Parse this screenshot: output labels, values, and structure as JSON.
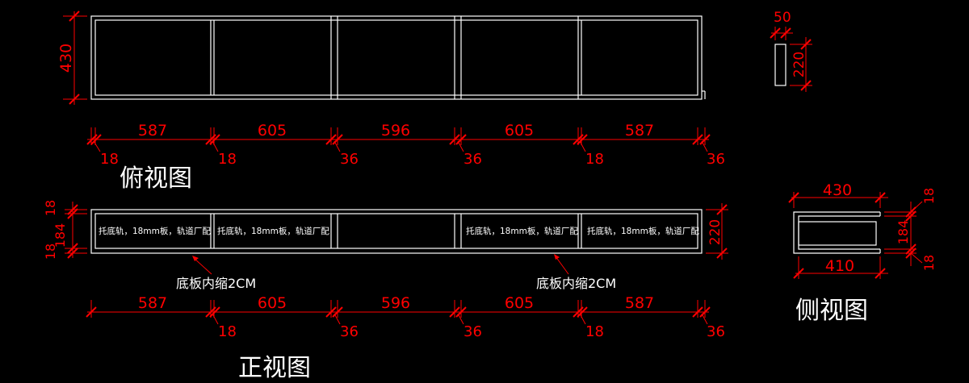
{
  "titles": {
    "top_view": "俯视图",
    "front_view": "正视图",
    "side_view": "侧视图"
  },
  "dimensions": {
    "compartment_widths": [
      "587",
      "605",
      "596",
      "605",
      "587"
    ],
    "top_gaps": [
      "18",
      "18",
      "36",
      "36",
      "18",
      "36"
    ],
    "front_gaps": [
      "18",
      "36",
      "36",
      "18",
      "36"
    ],
    "depth": "430",
    "small_w": "50",
    "height": "220",
    "board": "18",
    "inner_h": "184",
    "side_top": "430",
    "side_bottom": "410",
    "side_right_top": "18",
    "side_right_mid": "184",
    "side_right_bottom": "18"
  },
  "notes": {
    "shelf_text": "托底轨，18mm板，轨道厂配",
    "bottom_inset": "底板内缩2CM"
  },
  "colors": {
    "background": "#000000",
    "outline": "#ffffff",
    "dimension": "#ff0000"
  }
}
